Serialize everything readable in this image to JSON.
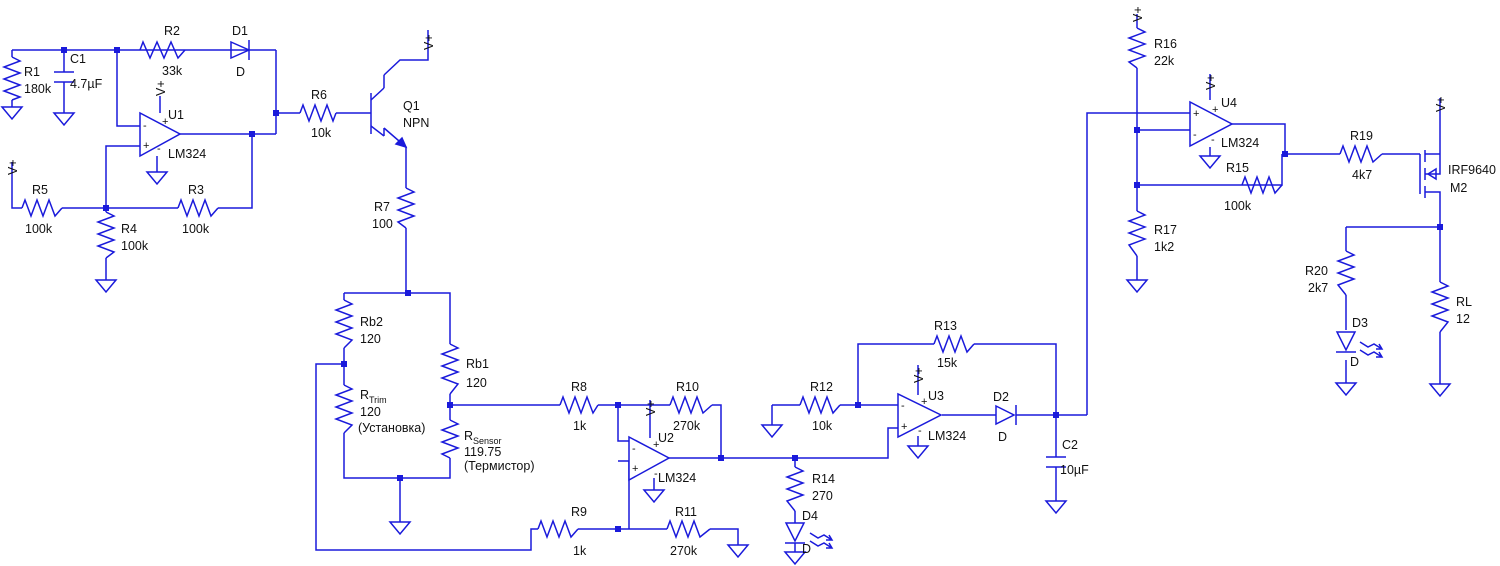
{
  "diagram": {
    "supply": "V+",
    "opamp_pins": {
      "plus": "+",
      "minus": "-"
    },
    "components": {
      "R1": {
        "ref": "R1",
        "value": "180k"
      },
      "C1": {
        "ref": "C1",
        "value": "4.7µF"
      },
      "R2": {
        "ref": "R2",
        "value": "33k"
      },
      "D1": {
        "ref": "D1",
        "value": "D"
      },
      "U1": {
        "ref": "U1",
        "value": "LM324"
      },
      "R5": {
        "ref": "R5",
        "value": "100k"
      },
      "R4": {
        "ref": "R4",
        "value": "100k"
      },
      "R3": {
        "ref": "R3",
        "value": "100k"
      },
      "R6": {
        "ref": "R6",
        "value": "10k"
      },
      "Q1": {
        "ref": "Q1",
        "value": "NPN"
      },
      "R7": {
        "ref": "R7",
        "value": "100"
      },
      "Rb2": {
        "ref": "Rb2",
        "value": "120"
      },
      "Rb1": {
        "ref": "Rb1",
        "value": "120"
      },
      "RTrim": {
        "ref_main": "R",
        "ref_sub": "Trim",
        "value": "120",
        "note": "(Установка)"
      },
      "RSensor": {
        "ref_main": "R",
        "ref_sub": "Sensor",
        "value": "119.75",
        "note": "(Термистор)"
      },
      "R8": {
        "ref": "R8",
        "value": "1k"
      },
      "R9": {
        "ref": "R9",
        "value": "1k"
      },
      "R10": {
        "ref": "R10",
        "value": "270k"
      },
      "R11": {
        "ref": "R11",
        "value": "270k"
      },
      "U2": {
        "ref": "U2",
        "value": "LM324"
      },
      "R14": {
        "ref": "R14",
        "value": "270"
      },
      "D4": {
        "ref": "D4",
        "value": "D"
      },
      "R12": {
        "ref": "R12",
        "value": "10k"
      },
      "R13": {
        "ref": "R13",
        "value": "15k"
      },
      "U3": {
        "ref": "U3",
        "value": "LM324"
      },
      "D2": {
        "ref": "D2",
        "value": "D"
      },
      "C2": {
        "ref": "C2",
        "value": "10µF"
      },
      "R16": {
        "ref": "R16",
        "value": "22k"
      },
      "U4": {
        "ref": "U4",
        "value": "LM324"
      },
      "R15": {
        "ref": "R15",
        "value": "100k"
      },
      "R17": {
        "ref": "R17",
        "value": "1k2"
      },
      "R19": {
        "ref": "R19",
        "value": "4k7"
      },
      "M2": {
        "ref": "M2",
        "value": "IRF9640"
      },
      "R20": {
        "ref": "R20",
        "value": "2k7"
      },
      "D3": {
        "ref": "D3",
        "value": "D"
      },
      "RL": {
        "ref": "RL",
        "value": "12"
      }
    }
  }
}
